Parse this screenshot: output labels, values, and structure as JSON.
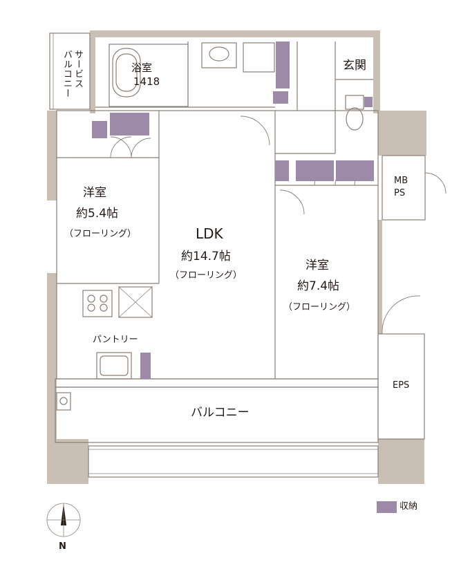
{
  "rooms": {
    "bath": {
      "name": "浴室",
      "code": "1418"
    },
    "service_balcony": {
      "line1": "サービス",
      "line2": "バルコニー"
    },
    "entrance": {
      "name": "玄関"
    },
    "mbps": {
      "line1": "MB",
      "line2": "PS"
    },
    "western_left": {
      "name": "洋室",
      "size": "約5.4帖",
      "floor": "（フローリング）"
    },
    "ldk": {
      "name": "LDK",
      "size": "約14.7帖",
      "floor": "（フローリング）"
    },
    "western_right": {
      "name": "洋室",
      "size": "約7.4帖",
      "floor": "（フローリング）"
    },
    "pantry": {
      "name": "パントリー"
    },
    "eps": {
      "name": "EPS"
    },
    "balcony": {
      "name": "バルコニー"
    }
  },
  "compass": {
    "label": "N"
  },
  "legend": {
    "storage_label": "収納",
    "storage_color": "#9c8aa8"
  },
  "colors": {
    "wall": "#c9bfb4",
    "line": "#8a7f76"
  }
}
